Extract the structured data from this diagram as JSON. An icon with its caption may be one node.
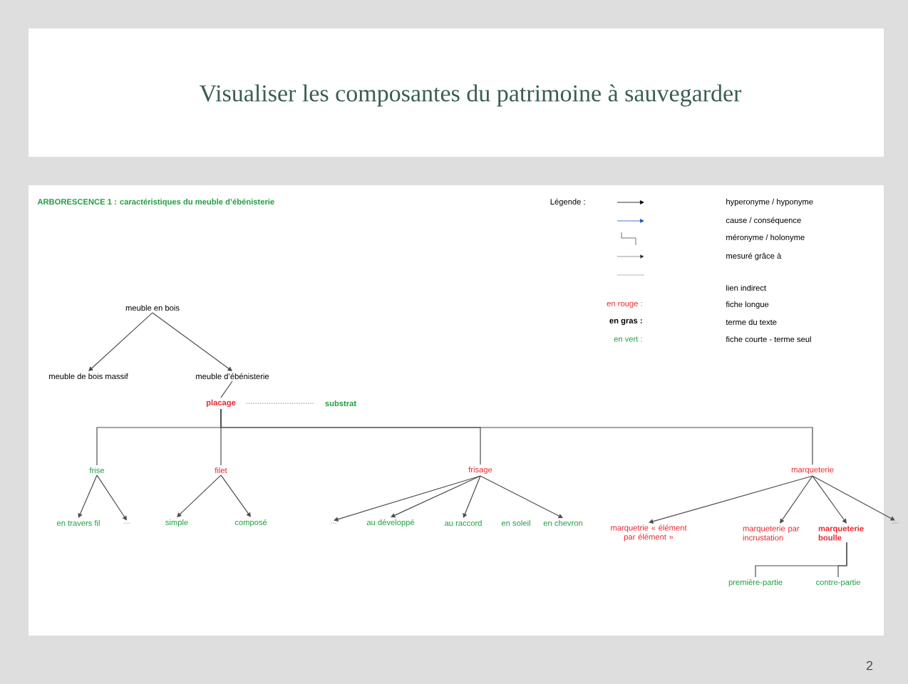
{
  "diagram": {
    "title": "Visualiser les composantes du patrimoine à sauvegarder",
    "nodes": [
      {
        "text": [
          "meuble en bois"
        ]
      },
      {
        "text": [
          "meuble de bois massif"
        ]
      },
      {
        "text": [
          "meuble d’ébénisterie"
        ]
      },
      {
        "text": [
          "placage"
        ]
      },
      {
        "text": [
          "substrat"
        ]
      },
      {
        "text": [
          "frise"
        ]
      },
      {
        "text": [
          "filet"
        ]
      },
      {
        "text": [
          "frisage"
        ]
      },
      {
        "text": [
          "marqueterie"
        ]
      },
      {
        "text": [
          "en travers fil"
        ]
      },
      {
        "text": [
          "..."
        ]
      },
      {
        "text": [
          "simple"
        ]
      },
      {
        "text": [
          "composé"
        ]
      },
      {
        "text": [
          "..."
        ]
      },
      {
        "text": [
          "au développé"
        ]
      },
      {
        "text": [
          "au raccord"
        ]
      },
      {
        "text": [
          "en soleil"
        ]
      },
      {
        "text": [
          "en chevron"
        ]
      },
      {
        "text": [
          "marquetrie « élément par élément »"
        ]
      },
      {
        "text": [
          "marqueterie par incrustation"
        ]
      },
      {
        "text": [
          "marqueterie boulle"
        ]
      },
      {
        "text": [
          "..."
        ]
      },
      {
        "text": [
          "première-partie"
        ]
      },
      {
        "text": [
          "contre-partie"
        ]
      }
    ],
    "edges": [
      {
        "from": 0,
        "to": 1,
        "arrow": "to"
      },
      {
        "from": 0,
        "to": 2,
        "arrow": "to"
      },
      {
        "from": 2,
        "to": 3,
        "arrow": "none"
      },
      {
        "from": 3,
        "to": 4,
        "arrow": "none",
        "style": "dashed"
      },
      {
        "from": 3,
        "to": 5,
        "arrow": "none"
      },
      {
        "from": 3,
        "to": 6,
        "arrow": "none"
      },
      {
        "from": 3,
        "to": 7,
        "arrow": "none"
      },
      {
        "from": 3,
        "to": 8,
        "arrow": "none"
      },
      {
        "from": 5,
        "to": 9,
        "arrow": "to"
      },
      {
        "from": 5,
        "to": 10,
        "arrow": "to"
      },
      {
        "from": 6,
        "to": 11,
        "arrow": "to"
      },
      {
        "from": 6,
        "to": 12,
        "arrow": "to"
      },
      {
        "from": 7,
        "to": 13,
        "arrow": "to"
      },
      {
        "from": 7,
        "to": 14,
        "arrow": "to"
      },
      {
        "from": 7,
        "to": 15,
        "arrow": "to"
      },
      {
        "from": 7,
        "to": 17,
        "arrow": "to"
      },
      {
        "from": 8,
        "to": 18,
        "arrow": "to"
      },
      {
        "from": 8,
        "to": 19,
        "arrow": "to"
      },
      {
        "from": 8,
        "to": 20,
        "arrow": "to"
      },
      {
        "from": 8,
        "to": 21,
        "arrow": "to"
      },
      {
        "from": 20,
        "to": 22,
        "arrow": "none"
      },
      {
        "from": 20,
        "to": 23,
        "arrow": "none"
      }
    ],
    "labels": [
      "ARBORESCENCE 1 : caractéristiques du meuble d’ébénisterie",
      "Légende :",
      "en rouge :",
      "fiche longue",
      "en gras :",
      "terme du texte",
      "en vert :",
      "fiche courte - terme seul",
      "2"
    ],
    "legend": [
      {
        "text": "hyperonyme / hyponyme"
      },
      {
        "text": "cause / conséquence"
      },
      {
        "text": "méronyme / holonyme"
      },
      {
        "text": "mesuré grâce à"
      },
      {
        "text": "lien indirect"
      }
    ]
  }
}
